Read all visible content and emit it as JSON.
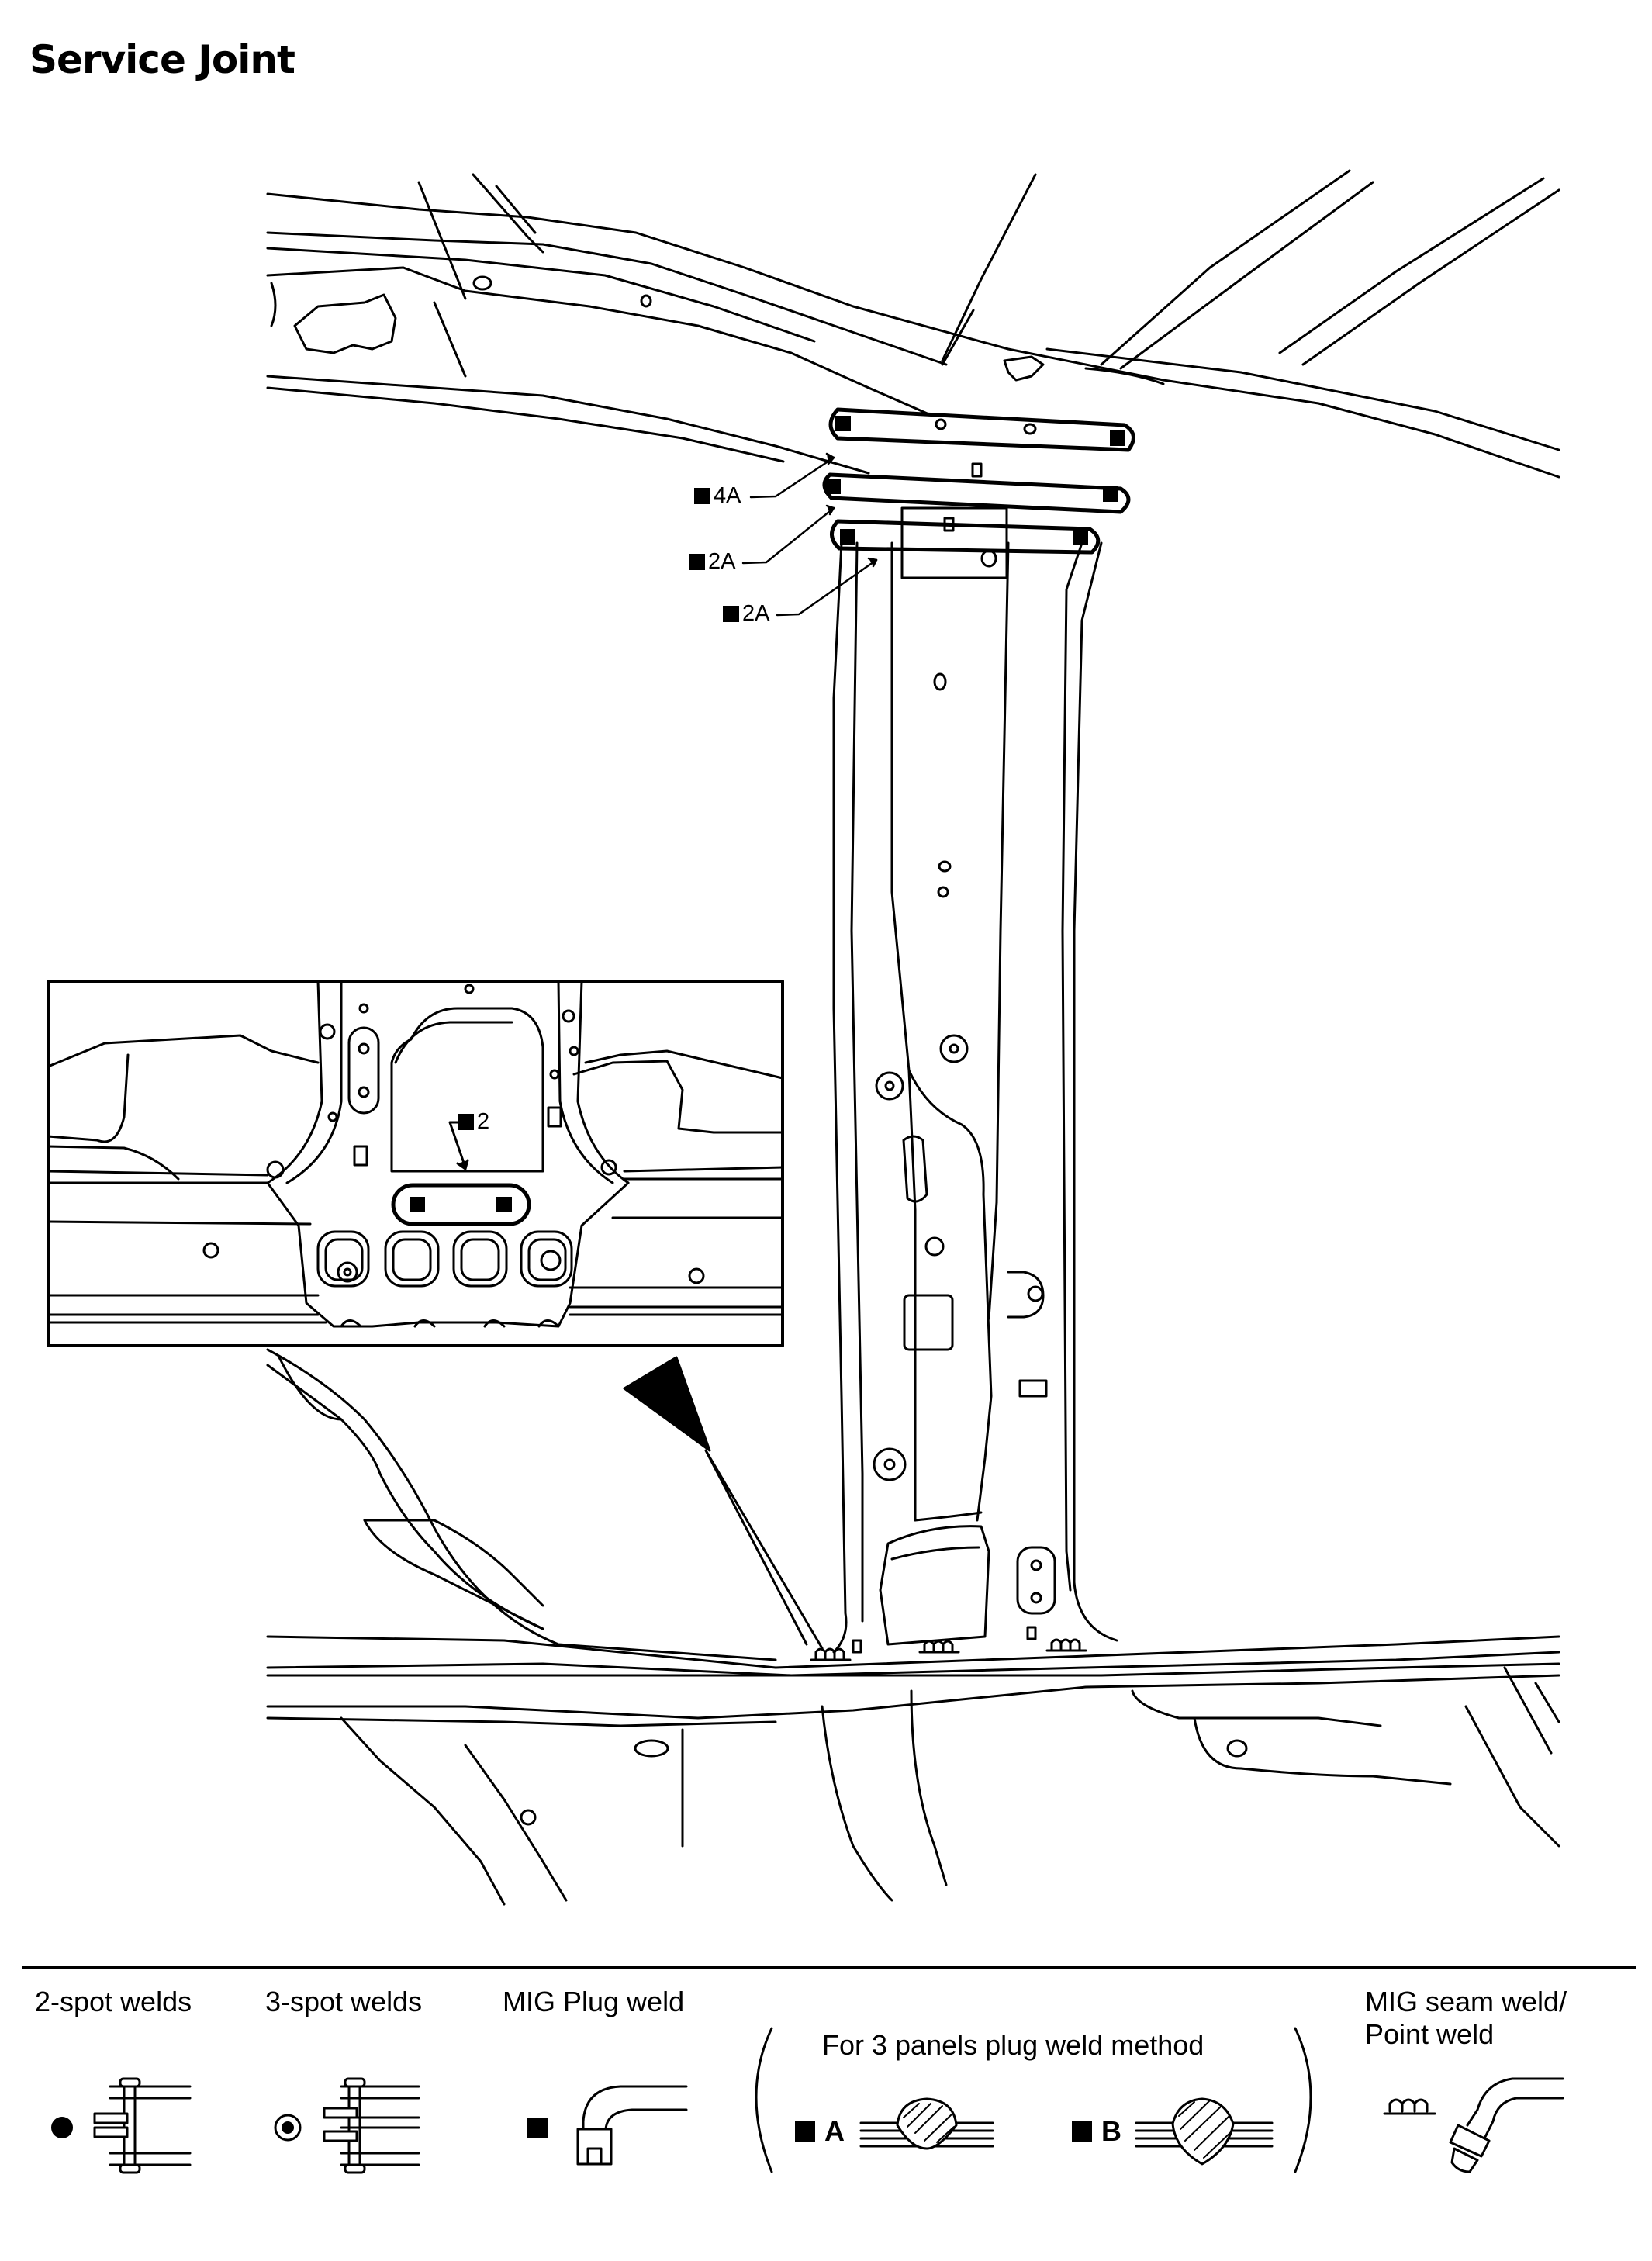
{
  "page": {
    "title": "Service Joint"
  },
  "callouts": {
    "weld_4a": "4A",
    "weld_2a_upper": "2A",
    "weld_2a_lower": "2A",
    "inset_weld": "2"
  },
  "legend": {
    "two_spot": "2-spot welds",
    "three_spot": "3-spot welds",
    "mig_plug": "MIG Plug weld",
    "three_panel_method": "For 3 panels plug weld method",
    "method_a": "A",
    "method_b": "B",
    "mig_seam_line1": "MIG seam weld/",
    "mig_seam_line2": "Point weld"
  },
  "icons": {
    "spot_weld_dot": "filled-circle-icon",
    "three_spot_dot": "ring-dot-icon",
    "plug_square": "filled-square-icon"
  },
  "colors": {
    "ink": "#000000",
    "paper": "#ffffff"
  }
}
